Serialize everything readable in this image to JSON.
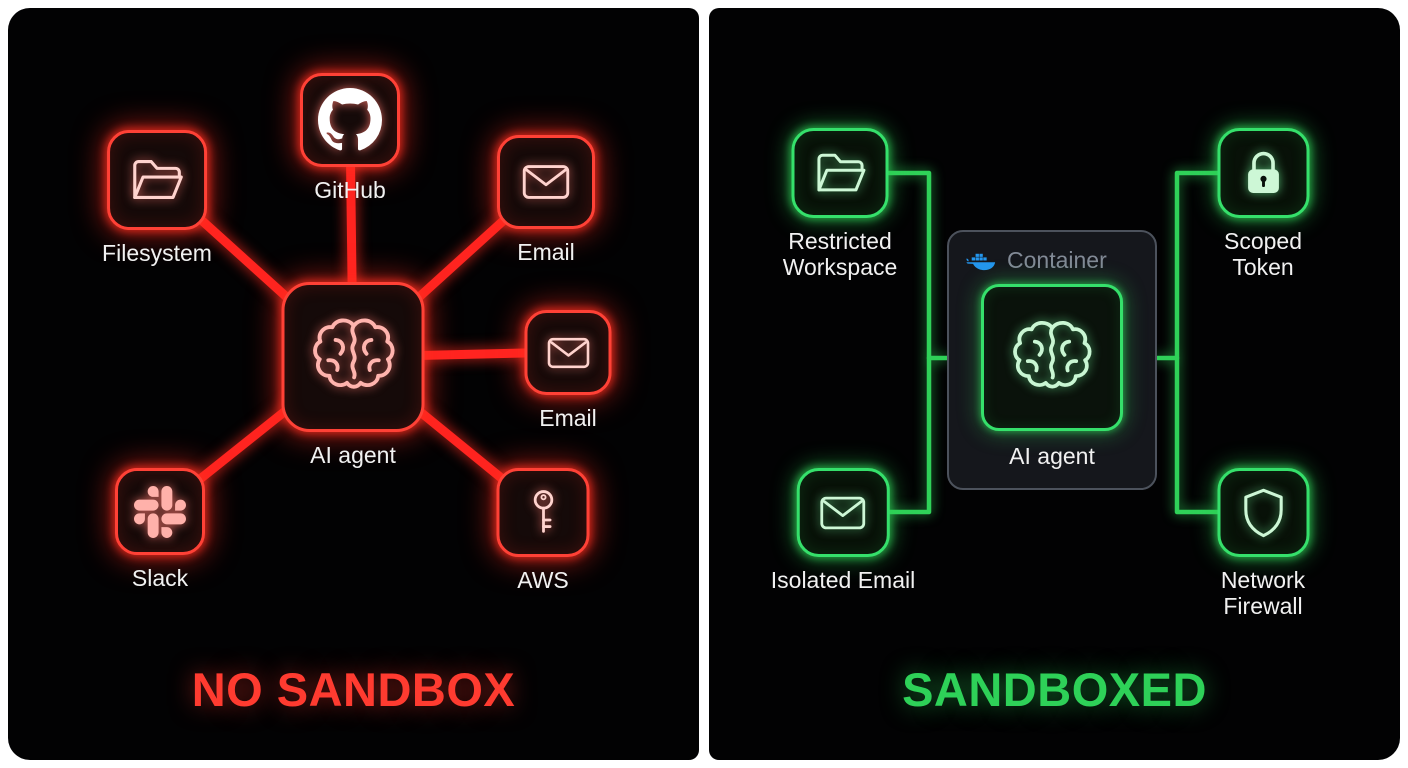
{
  "left": {
    "title": "NO SANDBOX",
    "accent_color": "#ff3b30",
    "agent": {
      "label": "AI agent",
      "icon": "brain-icon"
    },
    "nodes": [
      {
        "label": "Filesystem",
        "icon": "folder-icon"
      },
      {
        "label": "GitHub",
        "icon": "github-icon"
      },
      {
        "label": "Email",
        "icon": "envelope-icon"
      },
      {
        "label": "Email",
        "icon": "envelope-icon"
      },
      {
        "label": "Slack",
        "icon": "slack-icon"
      },
      {
        "label": "AWS",
        "icon": "key-icon"
      }
    ]
  },
  "right": {
    "title": "SANDBOXED",
    "accent_color": "#2ed158",
    "container": {
      "label": "Container",
      "icon": "docker-icon",
      "docker_blue": "#2496ed"
    },
    "agent": {
      "label": "AI agent",
      "icon": "brain-icon"
    },
    "nodes": [
      {
        "label": "Restricted Workspace",
        "icon": "folder-icon"
      },
      {
        "label": "Scoped Token",
        "icon": "lock-icon"
      },
      {
        "label": "Isolated Email",
        "icon": "envelope-icon"
      },
      {
        "label": "Network Firewall",
        "icon": "shield-icon"
      }
    ]
  }
}
